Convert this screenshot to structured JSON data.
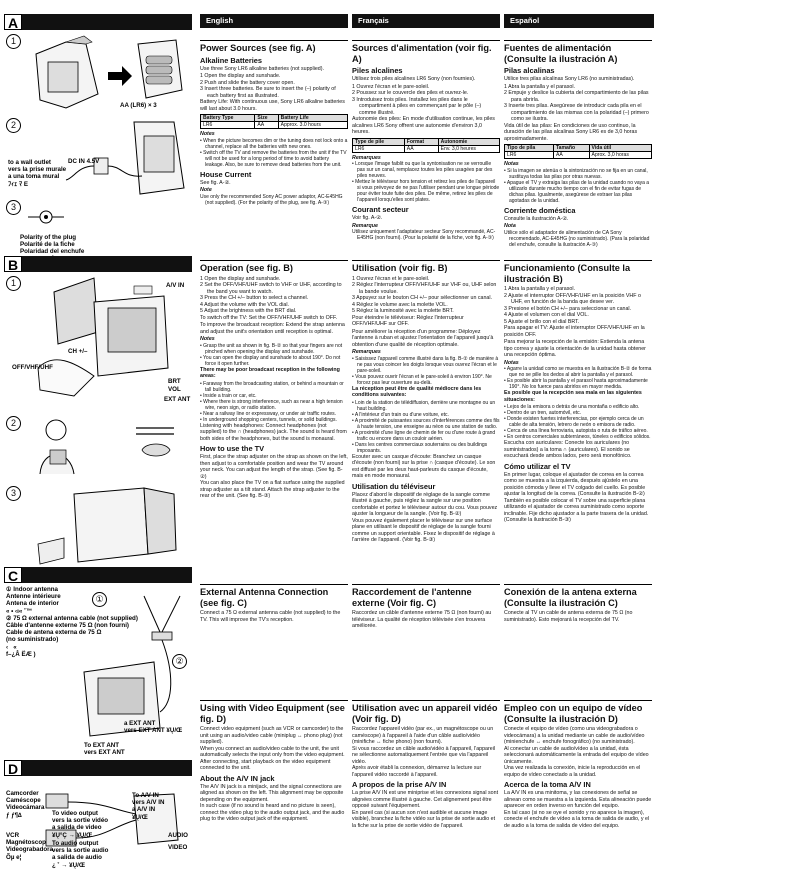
{
  "figures": {
    "A": {
      "letter": "A",
      "step1": "1",
      "step2": "2",
      "step3": "3",
      "battery_label": "AA (LR6) × 3",
      "outlet_label": "to a wall outlet\nvers la prise murale\na una toma mural\nﾌｨｪ ﾏ Ε",
      "dc_label": "DC IN 4.5V",
      "polarity_label": "Polarity of the plug\nPolarité de la fiche\nPolaridad del enchufe\nsÿ° ‡ç≠« • Ò≤"
    },
    "B": {
      "letter": "B",
      "step1": "1",
      "step2": "2",
      "step3": "3",
      "av_in": "A/V IN",
      "ch": "CH +/–",
      "off": "OFF/VHF/UHF",
      "brt": "BRT",
      "vol": "VOL",
      "ext_ant": "EXT ANT"
    },
    "C": {
      "letter": "C",
      "items": "① Indoor antenna\nAntenne intérieure\nAntena de interior\n« • ‹ı« ˚™\n② 75 Ω external antenna cable (not supplied)\nCâble d'antenne externe 75 Ω (non fourni)\nCable de antena externa de 75 Ω\n(no suministrado)\n‹   «\nf–¿Â ËÆ )",
      "to_ext": "To EXT ANT\nvers EXT ANT",
      "a_ext": "a EXT ANT\nvers EXT ANT ¥Ų/Œ",
      "m1": "①",
      "m2": "②"
    },
    "D": {
      "letter": "D",
      "camcorder": "Camcorder\nCaméscope\nVideocámara\nƒ ƒ¶∆",
      "vcr": "VCR\nMagnétoscope\nVideograbadora\nÕµ e¦",
      "to_video": "To video output\nvers la sortie vidéo\na salida de video\n¥Ų°Ç → ¥Ų/Œ",
      "to_audio": "To audio output\nvers la sortie audio\na salida de audio\n¿ ˚ → ¥Ų/Œ",
      "to_av_in": "To A/V IN\nvers A/V IN\na A/V IN\n¥Ų/Œ",
      "audio": "AUDIO",
      "video": "VIDEO"
    }
  },
  "english": {
    "lang": "English",
    "power_title": "Power Sources (see fig. A)",
    "alk_title": "Alkaline Batteries",
    "alk_intro": "Use three Sony LR6 alkaline batteries (not supplied).",
    "alk_steps": [
      "1  Open the display and sunshade.",
      "2  Push and slide the battery cover open.",
      "3  Insert three batteries. Be sure to insert the (–) polarity of each battery first as illustrated."
    ],
    "battery_life": "Battery Life: With continuous use, Sony LR6 alkaline batteries will last about 3.0 hours.",
    "table_head": [
      "Battery Type",
      "Size",
      "Battery Life"
    ],
    "table_row": [
      "LR6",
      "AA",
      "Approx. 3.0 hours"
    ],
    "notes_h": "Notes",
    "notes": [
      "• When the picture becomes dim or the tuning does not lock onto a channel, replace all the batteries with new ones.",
      "• Switch off the TV and remove the batteries from the unit if the TV will not be used for a long period of time to avoid battery leakage. Also, be sure to remove dead batteries from the unit."
    ],
    "house_title": "House Current",
    "house_text": "See fig. A-②.",
    "house_note_h": "Note",
    "house_note": "Use only the recommended Sony AC power adaptor, AC-E45HG (not supplied). (For the polarity of the plug, see fig. A-③)",
    "op_title": "Operation (see fig. B)",
    "op_steps": [
      "1  Open the display and sunshade.",
      "2  Set the OFF/VHF/UHF switch to VHF or UHF, according to the band you want to watch.",
      "3  Press the CH +/– button to select a channel.",
      "4  Adjust the volume with the VOL dial.",
      "5  Adjust the brightness with the BRT dial."
    ],
    "switch_off": "To switch off the TV: Set the OFF/VHF/UHF switch to OFF.",
    "improve": "To improve the broadcast reception: Extend the strap antenna and adjust the unit's orientation until reception is optimal.",
    "op_notes": [
      "• Grasp the unit as shown in fig. B-② so that your fingers are not pinched when opening the display and sunshade.",
      "• You can open the display and sunshade to about 190°. Do not force it open further."
    ],
    "poor_h": "There may be poor broadcast reception in the following areas:",
    "poor": [
      "• Faraway from the broadcasting station, or behind a mountain or tall building.",
      "• Inside a train or car, etc.",
      "• Where there is strong interference, such as near a high tension wire, neon sign, or radio station.",
      "• Near a railway line or expressway, or under air traffic routes.",
      "• In underground shopping centers, tunnels, or solid buildings."
    ],
    "headphones": "Listening with headphones: Connect headphones (not supplied) to the ∩ (headphones) jack. The sound is heard from both sides of the headphones, but the sound is monaural.",
    "how_title": "How to use the TV",
    "how_text": "First, place the strap adjuster on the strap as shown on the left, then adjust to a comfortable position and wear the TV around your neck. You can adjust the length of the strap. (See fig. B-②)\nYou can also place the TV on a flat surface using the supplied strap adjuster as a tilt stand. Attach the strap adjuster to the rear of the unit. (See fig. B-③)",
    "ext_title": "External Antenna Connection (see fig. C)",
    "ext_text": "Connect a 75 Ω external antenna cable (not supplied) to the TV. This will improve the TV's reception.",
    "video_title": "Using with Video Equipment (see fig. D)",
    "video_text": "Connect video equipment (such as VCR or camcorder) to the unit using an audio/video cable (miniplug ↔ phono plug) (not supplied).\nWhen you connect an audio/video cable to the unit, the unit automatically selects the input only from the video equipment.\nAfter connecting, start playback on the video equipment connected to the unit.",
    "about_title": "About the A/V IN jack",
    "about_text": "The A/V IN jack is a minijack, and the signal connections are aligned as shown on the left. This alignment may be opposite depending on the equipment.\nIn such case (if no sound is heard and no picture is seen), connect the video plug to the audio output jack, and the audio plug to the video output jack of the equipment."
  },
  "french": {
    "lang": "Français",
    "power_title": "Sources d'alimentation (voir fig. A)",
    "alk_title": "Piles alcalines",
    "alk_intro": "Utilisez trois piles alcalines LR6 Sony (non fournies).",
    "alk_steps": [
      "1  Ouvrez l'écran et le pare-soleil.",
      "2  Poussez sur le couvercle des piles et ouvrez-le.",
      "3  Introduisez trois piles. Installez les piles dans le compartiment à piles en commençant par le pôle (–) comme illustré."
    ],
    "battery_life": "Autonomie des piles: En mode d'utilisation continue, les piles alcalines LR6 Sony offrent une autonomie d'environ 3,0 heures.",
    "table_head": [
      "Type de pile",
      "Format",
      "Autonomie"
    ],
    "table_row": [
      "LR6",
      "AA",
      "Env. 3,0 heures"
    ],
    "notes_h": "Remarques",
    "notes": [
      "• Lorsque l'image faiblit ou que la syntonisation ne se verrouille pas sur un canal, remplacez toutes les piles usagées par des piles neuves.",
      "• Mettez le téléviseur hors tension et retirez les piles de l'appareil si vous prévoyez de ne pas l'utiliser pendant une longue période pour éviter toute fuite des piles. De même, retirez les piles de l'appareil lorsqu'elles sont plates."
    ],
    "house_title": "Courant secteur",
    "house_text": "Voir fig. A-②.",
    "house_note_h": "Remarque",
    "house_note": "Utilisez uniquement l'adaptateur secteur Sony recommandé, AC-E45HG (non fourni). (Pour la polarité de la fiche, voir fig. A-③)",
    "op_title": "Utilisation (voir fig. B)",
    "op_steps": [
      "1  Ouvrez l'écran et le pare-soleil.",
      "2  Réglez l'interrupteur OFF/VHF/UHF sur VHF ou, UHF selon la bande voulue.",
      "3  Appuyez sur le bouton CH +/– pour sélectionner un canal.",
      "4  Réglez le volume avec la molette VOL.",
      "5  Réglez la luminosité avec la molette BRT."
    ],
    "switch_off": "Pour éteindre le téléviseur: Réglez l'interrupteur OFF/VHF/UHF sur OFF.",
    "improve": "Pour améliorer la réception d'un programme: Déployez l'antenne à ruban et ajustez l'orientation de l'appareil jusqu'à obtention d'une qualité de réception optimale.",
    "op_notes": [
      "• Saisissez l'appareil comme illustré dans la fig. B-② de manière à ne pas vous coincer les doigts lorsque vous ouvrez l'écran et le pare-soleil.",
      "• Vous pouvez ouvrir l'écran et le pare-soleil à environ 190°. Ne forcez pas leur ouverture au-delà."
    ],
    "poor_h": "La réception peut être de qualité médiocre dans les conditions suivantes:",
    "poor": [
      "• Loin de la station de télédiffusion, derrière une montagne ou un haut building.",
      "• A l'intérieur d'un train ou d'une voiture, etc.",
      "• A proximité de puissantes sources d'interférences comme des fils à haute tension, une enseigne au néon ou une station de radio.",
      "• A proximité d'une ligne de chemin de fer ou d'une route à grand trafic ou encore dans un couloir aérien.",
      "• Dans les centres commerciaux souterrains ou des buildings imposants."
    ],
    "headphones": "Ecouter avec un casque d'écoute: Branchez un casque d'écoute (non fourni) sur la prise ∩ (casque d'écoute). Le son est diffusé par les deux haut-parleurs du casque d'écoute, mais en mode monaural.",
    "how_title": "Utilisation du téléviseur",
    "how_text": "Placez d'abord le dispositif de réglage de la sangle comme illustré à gauche, puis réglez la sangle sur une position confortable et portez le téléviseur autour du cou. Vous pouvez ajuster la longueur de la sangle. (Voir fig. B-②)\nVous pouvez également placer le téléviseur sur une surface plane en utilisant le dispositif de réglage de la sangle fourni comme un support orientable. Fixez le dispositif de réglage à l'arrière de l'appareil. (Voir fig. B-③)",
    "ext_title": "Raccordement de l'antenne externe (Voir fig. C)",
    "ext_text": "Raccordez un câble d'antenne externe 75 Ω (non fourni) au téléviseur. La qualité de réception télévisée s'en trouvera améliorée.",
    "video_title": "Utilisation avec un appareil vidéo (Voir fig. D)",
    "video_text": "Raccordez l'appareil vidéo (par ex., un magnétoscope ou un caméscope) à l'appareil à l'aide d'un câble audio/vidéo (miniﬁche ↔ fiche phono) (non fourni).\nSi vous raccordez un câble audio/vidéo à l'appareil, l'appareil ne sélectionne automatiquement l'entrée que via l'appareil vidéo.\nAprès avoir établi la connexion, démarrez la lecture sur l'appareil vidéo raccordé à l'appareil.",
    "about_title": "A propos de la prise A/V IN",
    "about_text": "La prise A/V IN est une miniprise et les connexions signal sont alignées comme illustré à gauche. Cet alignement peut être opposé suivant l'équipement.\nEn pareil cas (si aucun son n'est audible et aucune image visible), branchez la fiche vidéo sur la prise de sortie audio et la fiche sur la prise de sortie vidéo de l'appareil."
  },
  "spanish": {
    "lang": "Español",
    "power_title": "Fuentes de alimentación (Consulte la ilustración A)",
    "alk_title": "Pilas alcalinas",
    "alk_intro": "Utilice tres pilas alcalinas Sony LR6 (no suministradas).",
    "alk_steps": [
      "1  Abra la pantalla y el parasol.",
      "2  Empuje y deslice la cubierta del compartimiento de las pilas para abrirla.",
      "3  Inserte tres pilas. Asegúrese de introducir cada pila en el compartimiento de las mismas con la polaridad (–) primero como se ilustra."
    ],
    "battery_life": "Vida útil de las pilas: En condiciones de uso continuo, la duración de las pilas alcalinas Sony LR6 es de 3,0 horas aproximadamente.",
    "table_head": [
      "Tipo de pila",
      "Tamaño",
      "Vida útil"
    ],
    "table_row": [
      "LR6",
      "AA",
      "Aprox. 3,0 horas"
    ],
    "notes_h": "Notas",
    "notes": [
      "• Si la imagen se atenúa o la sintonización no se fija en un canal, sustituya todas las pilas por otras nuevas.",
      "• Apague el TV y extraiga las pilas de la unidad cuando no vaya a utilizarlo durante mucho tiempo con el fin de evitar fugas de dichas pilas. Igualmente, asegúrese de extraer las pilas agotadas de la unidad."
    ],
    "house_title": "Corriente doméstica",
    "house_text": "Consulte la ilustración A-②.",
    "house_note_h": "Nota",
    "house_note": "Utilice sólo el adaptador de alimentación de CA Sony recomendado, AC-E45HG (no suministrado). (Para la polaridad del enchufe, consulte la ilustración A-③)",
    "op_title": "Funcionamiento (Consulte la ilustración B)",
    "op_steps": [
      "1  Abra la pantalla y el parasol.",
      "2  Ajuste el interruptor OFF/VHF/UHF en la posición VHF o UHF, en función de la banda que desee ver.",
      "3  Presione el botón CH +/– para seleccionar un canal.",
      "4  Ajuste el volumen con el dial VOL.",
      "5  Ajuste el brillo con el dial BRT."
    ],
    "switch_off": "Para apagar el TV: Ajuste el interruptor OFF/VHF/UHF en la posición OFF.",
    "improve": "Para mejorar la recepción de la emisión: Extienda la antena tipo correa y ajuste la orientación de la unidad hasta obtener una recepción óptima.",
    "op_notes": [
      "• Agarre la unidad como se muestra en la ilustración B-② de forma que no se pille los dedos al abrir la pantalla y el parasol.",
      "• Es posible abrir la pantalla y el parasol hasta aproximadamente 190°. No los fuerce para abrirlos en mayor medida."
    ],
    "poor_h": "Es posible que la recepción sea mala en las siguientes situaciones:",
    "poor": [
      "• Lejos de la emisora o detrás de una montaña o edificio alto.",
      "• Dentro de un tren, automóvil, etc.",
      "• Donde existen fuertes interferencias, por ejemplo cerca de un cable de alta tensión, letrero de neón o emisora de radio.",
      "• Cerca de una línea ferroviaria, autopista o ruta de tráfico aéreo.",
      "• En centros comerciales subterráneos, túneles o edificios sólidos."
    ],
    "headphones": "Escucha con auriculares: Conecte los auriculares (no suministrados) a la toma ∩ (auriculares). El sonido se escuchará desde ambos lados, pero será monofónico.",
    "how_title": "Cómo utilizar el TV",
    "how_text": "En primer lugar, coloque el ajustador de correa en la correa como se muestra a la izquierda, después ajústelo en una posición cómoda y lleve el TV colgado del cuello. Es posible ajustar la longitud de la correa. (Consulte la ilustración B-②)\nTambién es posible colocar el TV sobre una superficie plana utilizando el ajustador de correa suministrado como soporte inclinable. Fije dicho ajustador a la parte trasera de la unidad. (Consulte la ilustración B-③)",
    "ext_title": "Conexión de la antena externa (Consulte la ilustración C)",
    "ext_text": "Conecte al TV un cable de antena externa de 75 Ω (no suministrado). Esto mejorará la recepción del TV.",
    "video_title": "Empleo con un equipo de vídeo (Consulte la ilustración D)",
    "video_text": "Conecte el equipo de vídeo (como una videograbadora o videocámara) a la unidad mediante un cable de audio/vídeo (minienchufe ↔ enchufe fonográfico) (no suministrado).\nAl conectar un cable de audio/vídeo a la unidad, ésta seleccionará automáticamente la entrada del equipo de vídeo únicamente.\nUna vez realizada la conexión, inicie la reproducción en el equipo de vídeo conectado a la unidad.",
    "about_title": "Acerca de la toma A/V IN",
    "about_text": "La A/V IN es una minitoma, y las conexiones de señal se alinean como se muestra a la izquierda. Esta alineación puede aparecer en orden inverso en función del equipo.\nEn tal caso (si no se oye el sonido y no aparece la imagen), conecte el enchufe de vídeo a la toma de salida de audio, y el de audio a la toma de salida de vídeo del equipo."
  }
}
